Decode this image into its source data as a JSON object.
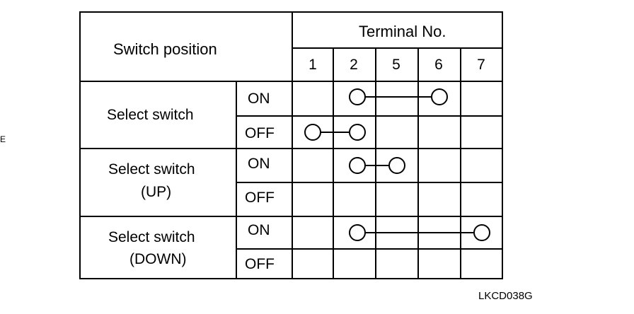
{
  "header": {
    "switch_position": "Switch position",
    "terminal_no": "Terminal No."
  },
  "terminals": [
    "1",
    "2",
    "5",
    "6",
    "7"
  ],
  "groups": [
    {
      "name_lines": [
        "Select switch"
      ],
      "states": [
        {
          "label": "ON",
          "connected_terminals": [
            "2",
            "6"
          ]
        },
        {
          "label": "OFF",
          "connected_terminals": [
            "1",
            "2"
          ]
        }
      ]
    },
    {
      "name_lines": [
        "Select switch",
        "(UP)"
      ],
      "states": [
        {
          "label": "ON",
          "connected_terminals": [
            "2",
            "5"
          ]
        },
        {
          "label": "OFF",
          "connected_terminals": []
        }
      ]
    },
    {
      "name_lines": [
        "Select switch",
        "(DOWN)"
      ],
      "states": [
        {
          "label": "ON",
          "connected_terminals": [
            "2",
            "7"
          ]
        },
        {
          "label": "OFF",
          "connected_terminals": []
        }
      ]
    }
  ],
  "figure_code": "LKCD038G",
  "stray_mark": "E"
}
